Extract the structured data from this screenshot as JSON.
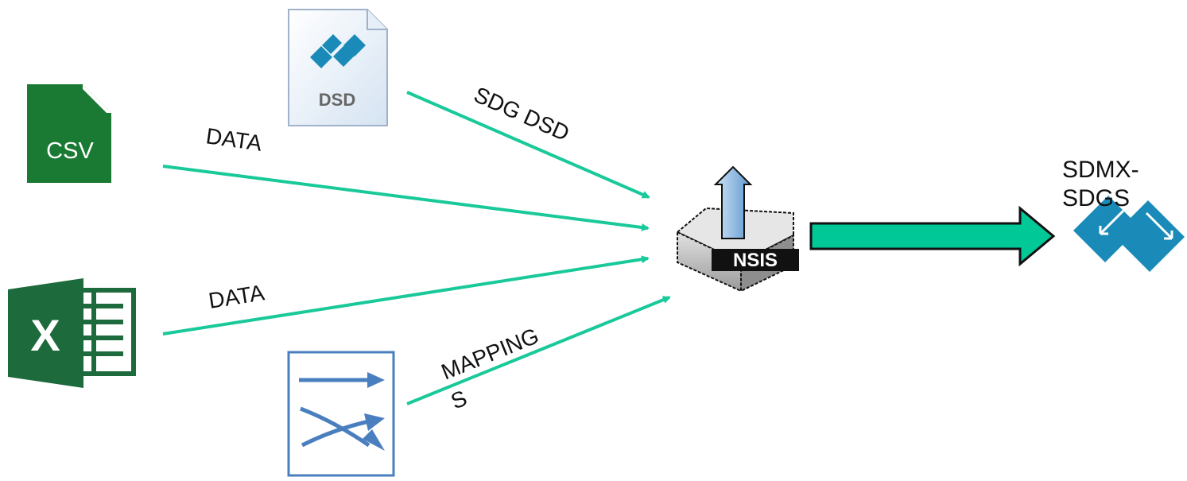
{
  "labels": {
    "csv_icon_text": "CSV",
    "excel_icon_text": "X",
    "dsd_icon_text": "DSD",
    "nsis_badge_text": "NSIS",
    "edge_sdg_dsd": "SDG DSD",
    "edge_data_csv": "DATA",
    "edge_data_excel": "DATA",
    "edge_mappings_line1": "MAPPING",
    "edge_mappings_line2": "S",
    "output_line1": "SDMX-",
    "output_line2": "SDGS"
  },
  "icons": {
    "csv": "csv-file-icon",
    "excel": "excel-file-icon",
    "dsd": "dsd-file-icon",
    "mapping": "mapping-icon",
    "nsis": "nsis-server-icon",
    "sdmx": "sdmx-logo-icon"
  },
  "colors": {
    "connector": "#19c99a",
    "big_arrow": "#00c896",
    "csv_green": "#1a7a34",
    "excel_green": "#1d6b3c",
    "sdmx_blue": "#1a8bb8",
    "mapping_blue": "#4a7fbf"
  }
}
